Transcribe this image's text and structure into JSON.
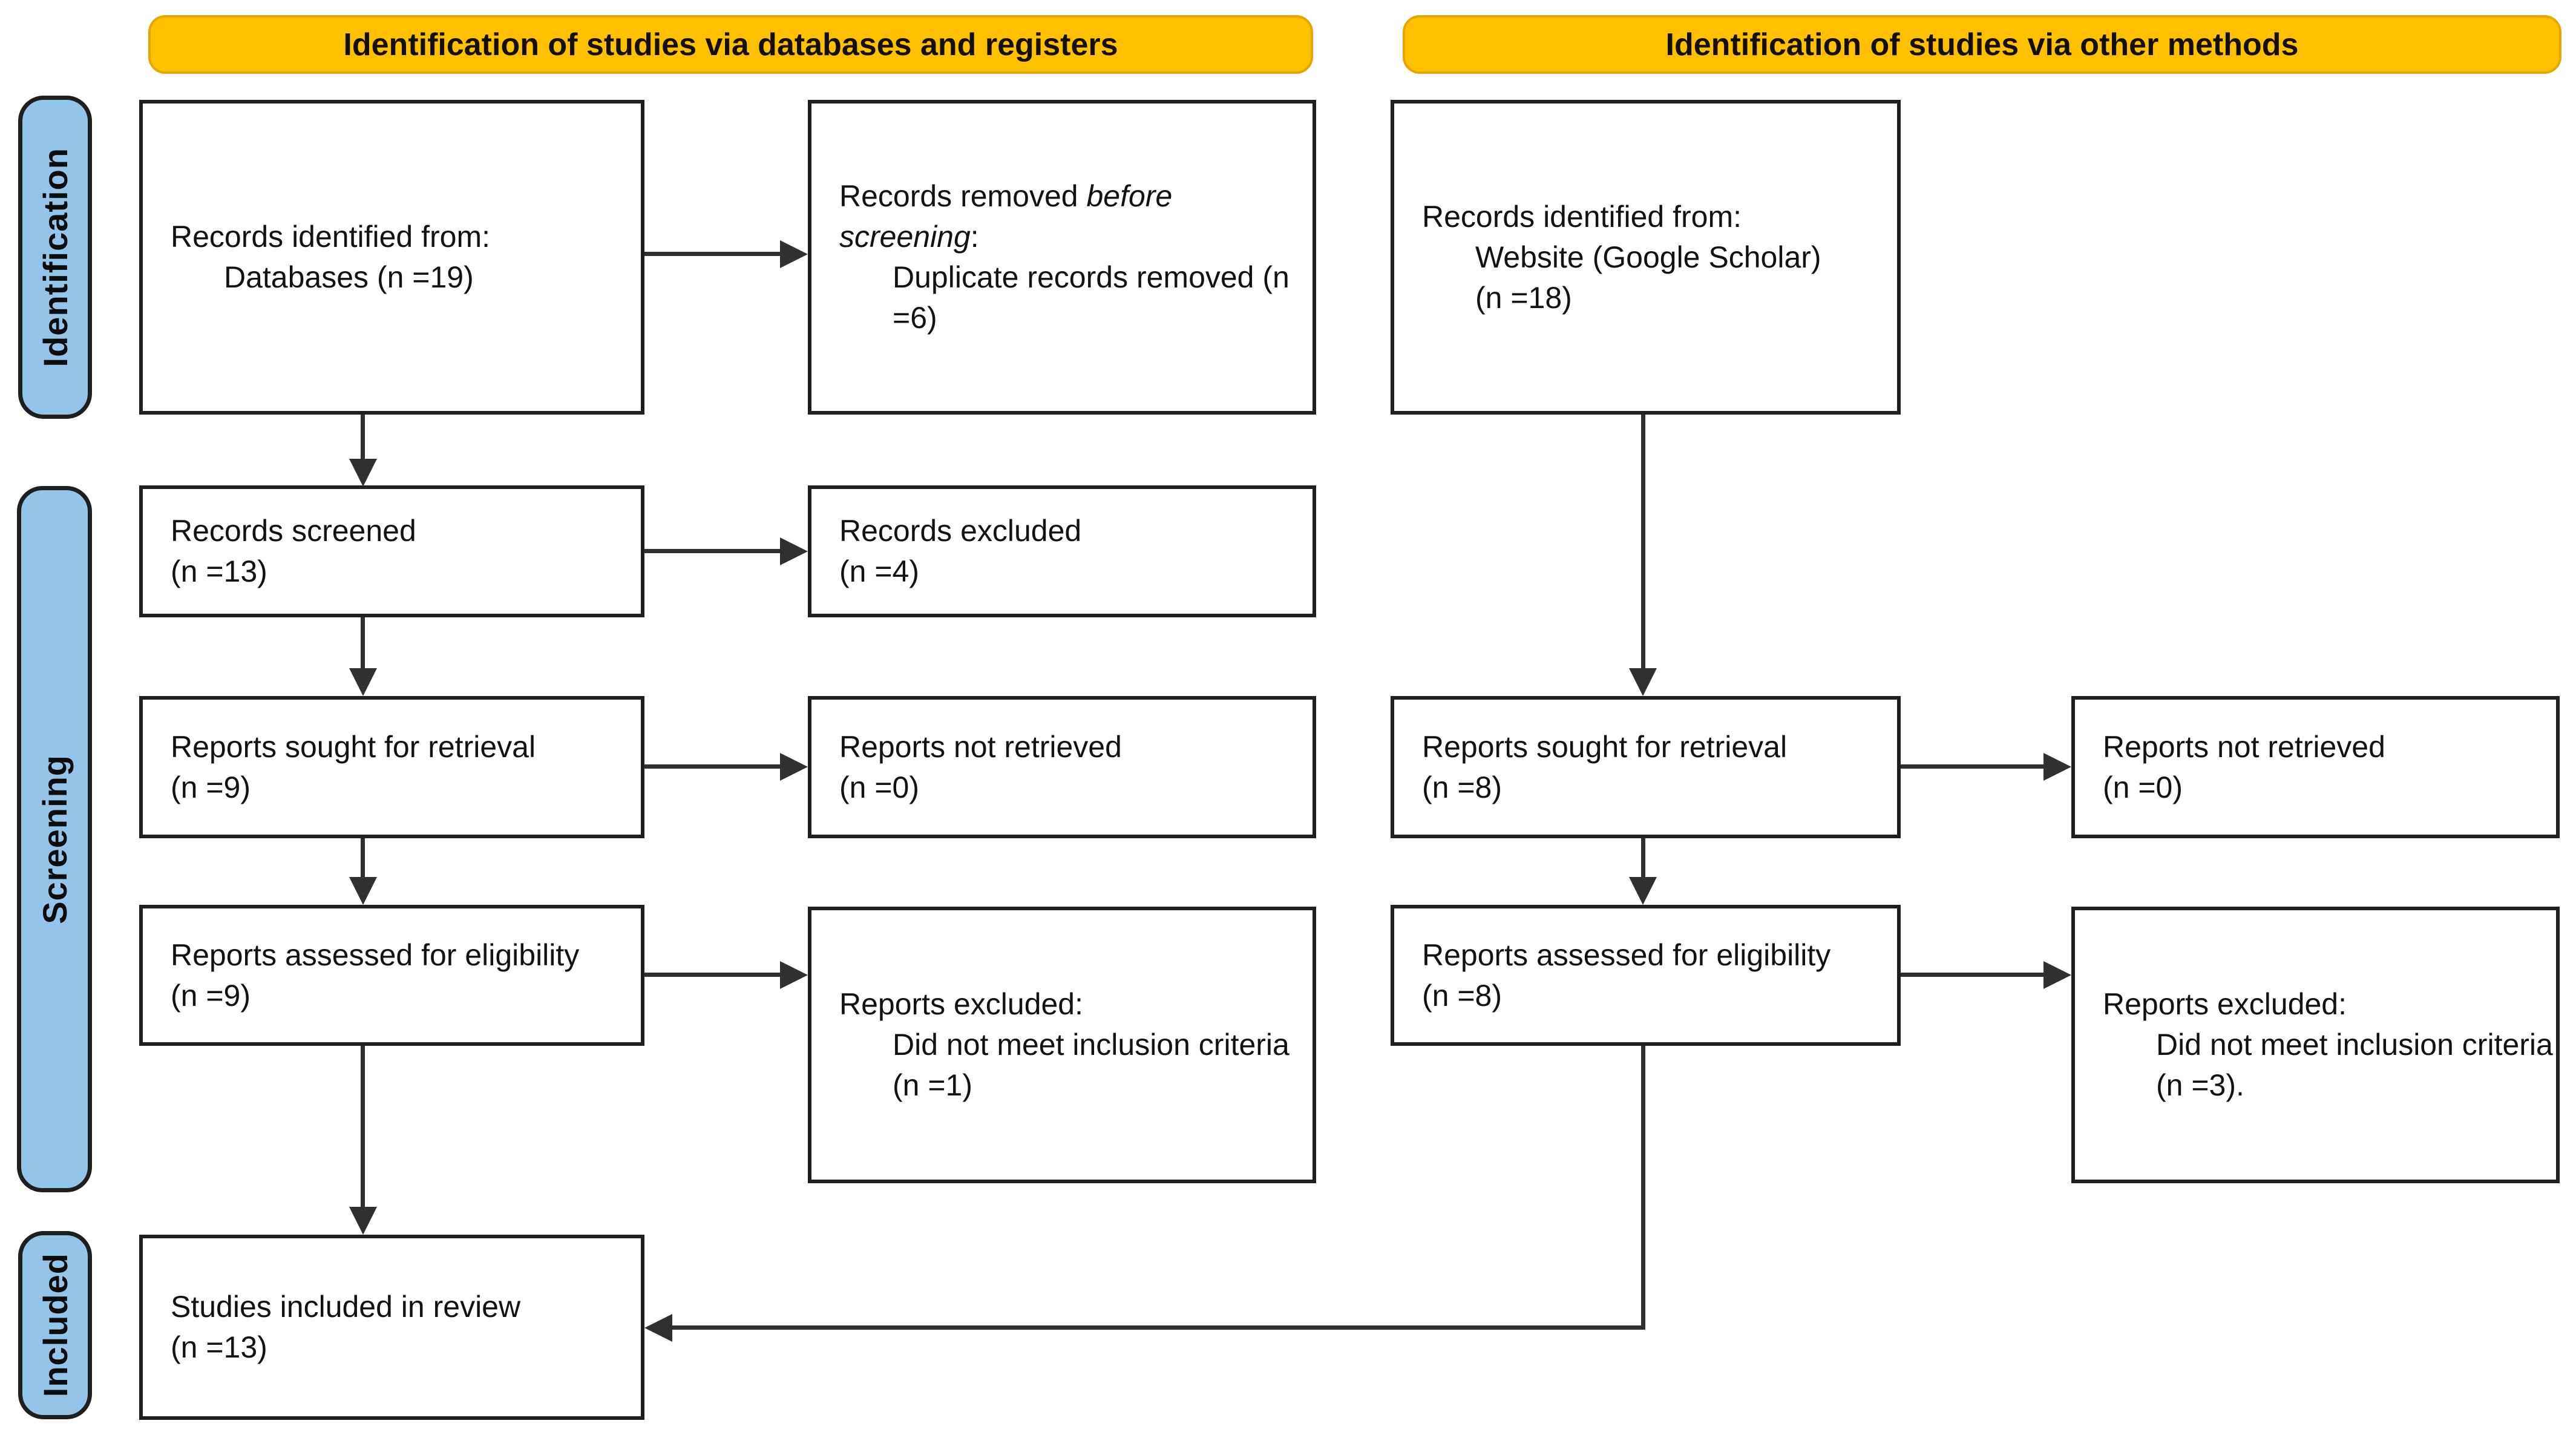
{
  "banners": {
    "databases": "Identification of studies via databases and registers",
    "other": "Identification of studies via other methods"
  },
  "sidebar": {
    "identification": "Identification",
    "screening": "Screening",
    "included": "Included"
  },
  "colors": {
    "banner": "#FFC000",
    "banner_border": "#E8A500",
    "sidebar": "#94C5E8",
    "box_border": "#1F1F1F",
    "line": "#303030"
  },
  "boxes": {
    "db_identified": {
      "lines": [
        {
          "indent": 0,
          "runs": [
            {
              "text": "Records identified from:"
            }
          ]
        },
        {
          "indent": 1,
          "runs": [
            {
              "text": "Databases (n =19)"
            }
          ]
        }
      ]
    },
    "dup_removed": {
      "lines": [
        {
          "indent": 0,
          "runs": [
            {
              "text": "Records removed "
            },
            {
              "text": "before",
              "italic": true
            }
          ]
        },
        {
          "indent": 0,
          "runs": [
            {
              "text": "screening",
              "italic": true
            },
            {
              "text": ":"
            }
          ]
        },
        {
          "indent": 1,
          "runs": [
            {
              "text": "Duplicate records removed (n"
            }
          ]
        },
        {
          "indent": 1,
          "runs": [
            {
              "text": "=6)"
            }
          ]
        }
      ]
    },
    "web_identified": {
      "lines": [
        {
          "indent": 0,
          "runs": [
            {
              "text": "Records identified from:"
            }
          ]
        },
        {
          "indent": 1,
          "runs": [
            {
              "text": "Website (Google Scholar)"
            }
          ]
        },
        {
          "indent": 1,
          "runs": [
            {
              "text": "(n =18)"
            }
          ]
        }
      ]
    },
    "screened": {
      "lines": [
        {
          "indent": 0,
          "runs": [
            {
              "text": "Records screened"
            }
          ]
        },
        {
          "indent": 0,
          "runs": [
            {
              "text": "(n =13)"
            }
          ]
        }
      ]
    },
    "excluded_screen": {
      "lines": [
        {
          "indent": 0,
          "runs": [
            {
              "text": "Records excluded"
            }
          ]
        },
        {
          "indent": 0,
          "runs": [
            {
              "text": "(n =4)"
            }
          ]
        }
      ]
    },
    "sought_db": {
      "lines": [
        {
          "indent": 0,
          "runs": [
            {
              "text": "Reports sought for retrieval"
            }
          ]
        },
        {
          "indent": 0,
          "runs": [
            {
              "text": "(n =9)"
            }
          ]
        }
      ]
    },
    "notretrieved_db": {
      "lines": [
        {
          "indent": 0,
          "runs": [
            {
              "text": "Reports not retrieved"
            }
          ]
        },
        {
          "indent": 0,
          "runs": [
            {
              "text": "(n =0)"
            }
          ]
        }
      ]
    },
    "sought_other": {
      "lines": [
        {
          "indent": 0,
          "runs": [
            {
              "text": "Reports sought for retrieval"
            }
          ]
        },
        {
          "indent": 0,
          "runs": [
            {
              "text": "(n =8)"
            }
          ]
        }
      ]
    },
    "notretrieved_other": {
      "lines": [
        {
          "indent": 0,
          "runs": [
            {
              "text": "Reports not retrieved"
            }
          ]
        },
        {
          "indent": 0,
          "runs": [
            {
              "text": "(n =0)"
            }
          ]
        }
      ]
    },
    "assessed_db": {
      "lines": [
        {
          "indent": 0,
          "runs": [
            {
              "text": "Reports assessed for eligibility"
            }
          ]
        },
        {
          "indent": 0,
          "runs": [
            {
              "text": "(n =9)"
            }
          ]
        }
      ]
    },
    "excluded_db": {
      "lines": [
        {
          "indent": 0,
          "runs": [
            {
              "text": "Reports excluded:"
            }
          ]
        },
        {
          "indent": 1,
          "runs": [
            {
              "text": "Did not meet inclusion criteria"
            }
          ]
        },
        {
          "indent": 1,
          "runs": [
            {
              "text": "(n =1)"
            }
          ]
        }
      ]
    },
    "assessed_other": {
      "lines": [
        {
          "indent": 0,
          "runs": [
            {
              "text": "Reports assessed for eligibility"
            }
          ]
        },
        {
          "indent": 0,
          "runs": [
            {
              "text": "(n =8)"
            }
          ]
        }
      ]
    },
    "excluded_other": {
      "lines": [
        {
          "indent": 0,
          "runs": [
            {
              "text": "Reports excluded:"
            }
          ]
        },
        {
          "indent": 1,
          "runs": [
            {
              "text": "Did not meet inclusion criteria"
            }
          ]
        },
        {
          "indent": 1,
          "runs": [
            {
              "text": "(n =3)."
            }
          ]
        }
      ]
    },
    "included": {
      "lines": [
        {
          "indent": 0,
          "runs": [
            {
              "text": "Studies included in review"
            }
          ]
        },
        {
          "indent": 0,
          "runs": [
            {
              "text": "(n =13)"
            }
          ]
        }
      ]
    }
  }
}
